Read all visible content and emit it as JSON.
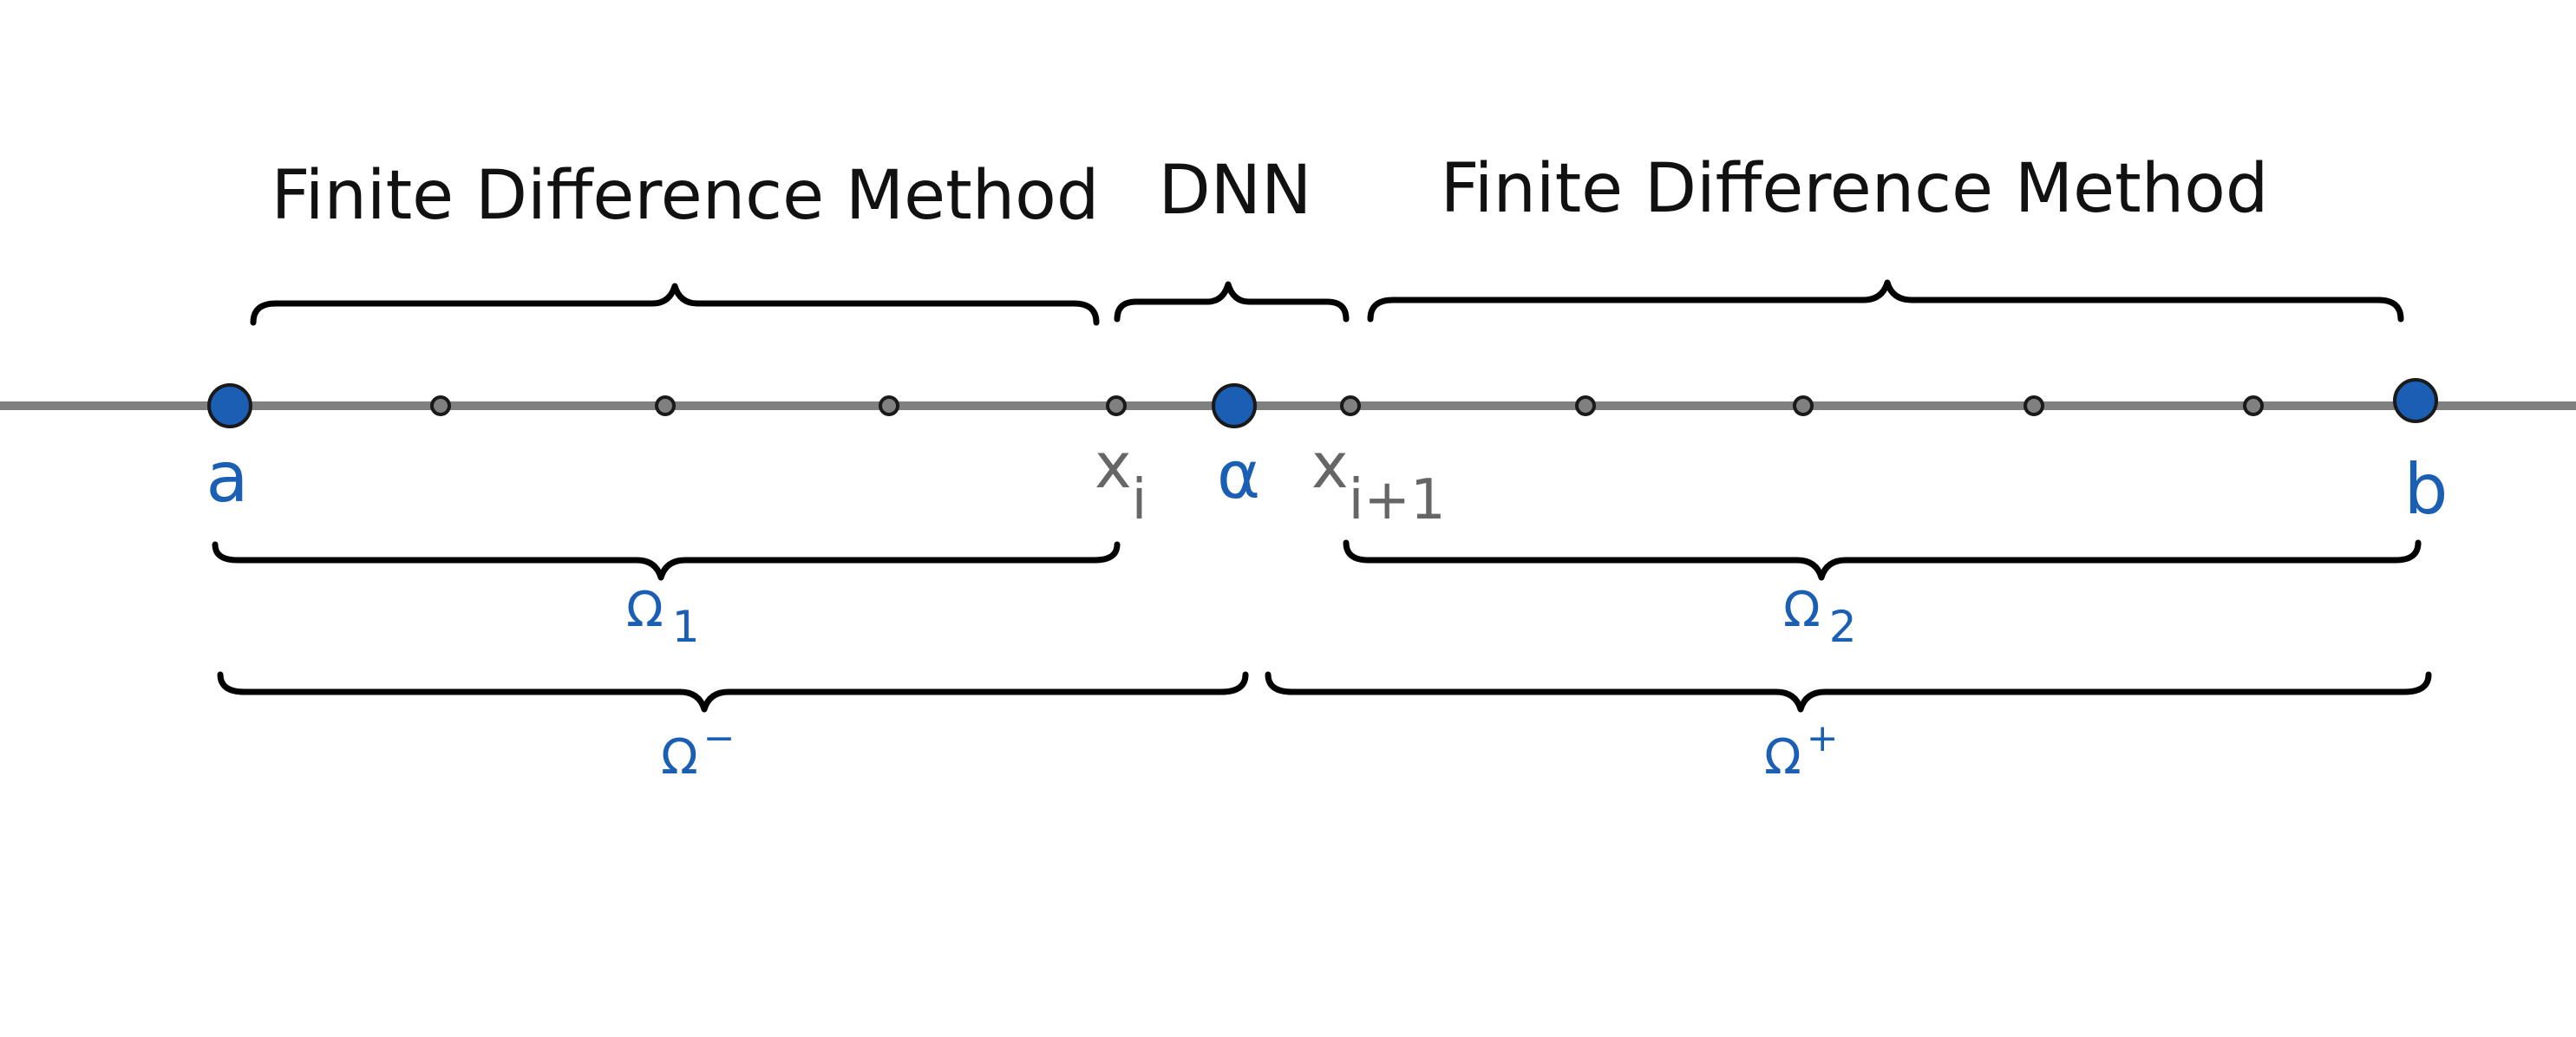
{
  "labels": {
    "method_left": "Finite Difference Method",
    "method_middle": "DNN",
    "method_right": "Finite Difference Method",
    "point_a": "a",
    "point_b": "b",
    "point_alpha": "α",
    "x_base": "x",
    "x_i_sub": "i",
    "x_i1_sub": "i+1",
    "omega": "Ω",
    "omega1_sub": "1",
    "omega2_sub": "2",
    "omega_minus_sup": "−",
    "omega_plus_sup": "+"
  },
  "colors": {
    "axis": "#808080",
    "endpoint_fill": "#1a5fb4",
    "grid_point_fill": "#808080",
    "outline": "#1a1a1a",
    "label_blue": "#1a5fb4",
    "label_gray": "#666666",
    "label_black": "#111111"
  }
}
